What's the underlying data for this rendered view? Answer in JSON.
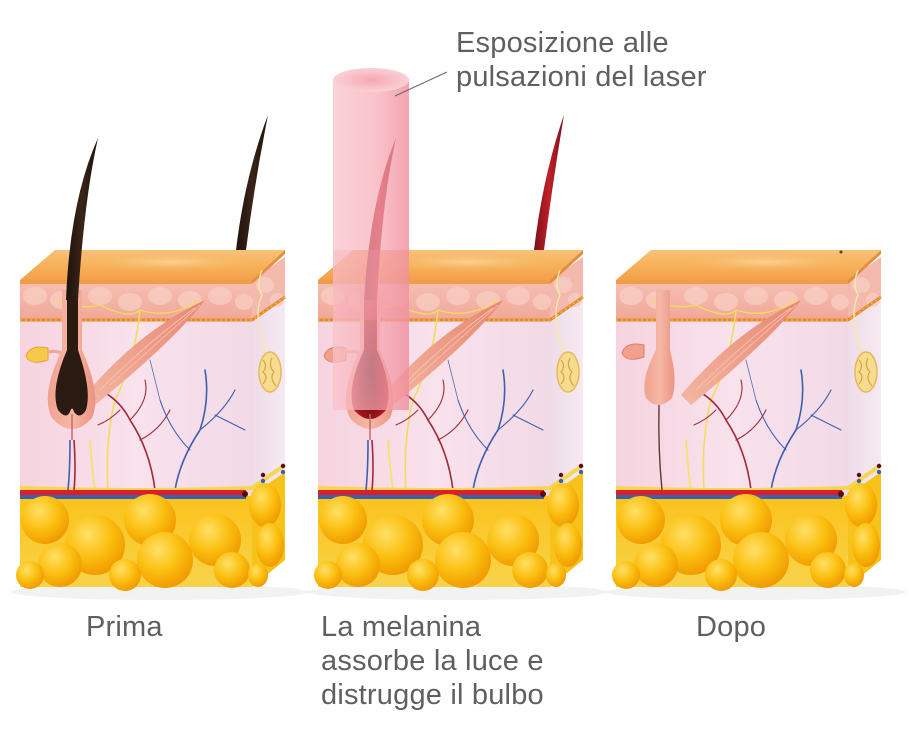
{
  "title": "Laser hair removal skin cross-section diagram",
  "callout": {
    "lines": [
      "Esposizione alle",
      "pulsazioni del laser"
    ],
    "points_to": "laser-beam"
  },
  "panels": [
    {
      "id": "before",
      "caption_lines": [
        "Prima"
      ],
      "hair_color": "#2b1a12",
      "bulb_state": "intact",
      "laser": false
    },
    {
      "id": "during",
      "caption_lines": [
        "La melanina",
        "assorbe la luce e",
        "distrugge il bulbo"
      ],
      "hair_color": "#9e1a22",
      "bulb_state": "absorbing",
      "laser": true
    },
    {
      "id": "after",
      "caption_lines": [
        "Dopo"
      ],
      "hair_color": "none",
      "bulb_state": "destroyed",
      "laser": false
    }
  ],
  "colors": {
    "epidermis_top": "#f7b561",
    "epidermis_side": "#f3b7ad",
    "dermis": "#f4dbe6",
    "fat": "#f7b500",
    "fat_highlight": "#ffd84a",
    "artery": "#d9202a",
    "vein": "#3d5fb0",
    "nerve": "#f2dd5a",
    "muscle": "#ee9a86",
    "follicle": "#f1a492",
    "laser_beam": "#f7a9b4",
    "text": "#5f5f5f"
  }
}
